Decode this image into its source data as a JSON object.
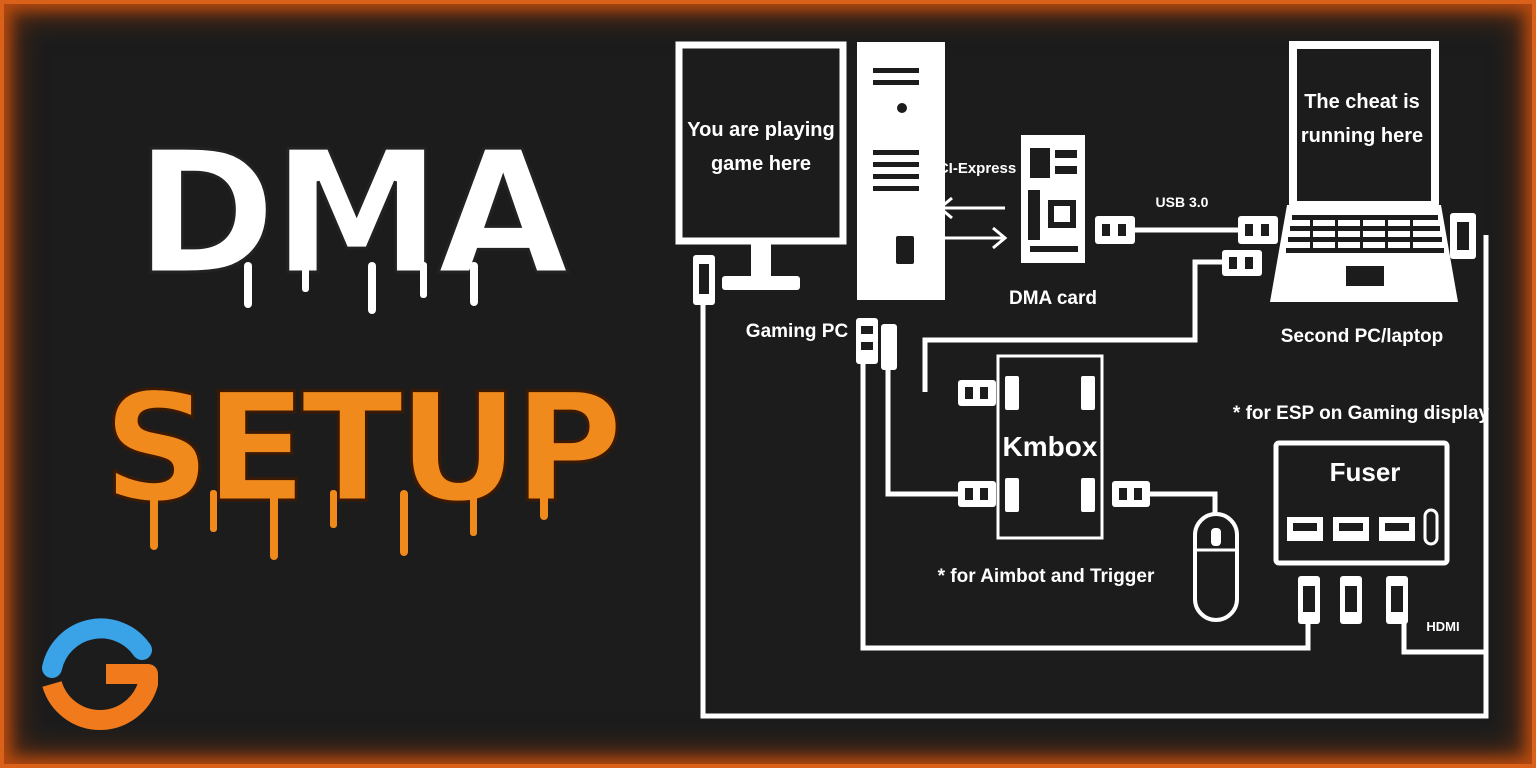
{
  "title": {
    "line1": "DMA",
    "line2": "SETUP",
    "line1_color": "#ffffff",
    "line2_color": "#f08a1c"
  },
  "logo": {
    "icon": "g-logo-icon",
    "color_top": "#3aa3e8",
    "color_bottom": "#f07a1c"
  },
  "frame_color": "#d9611a",
  "diagram": {
    "monitor_text_1": "You are playing",
    "monitor_text_2": "game here",
    "gaming_pc_label": "Gaming PC",
    "pci_label": "PCI-Express",
    "dma_card_label": "DMA card",
    "usb_label": "USB 3.0",
    "laptop_text_1": "The cheat is",
    "laptop_text_2": "running here",
    "laptop_label": "Second PC/laptop",
    "kmbox_label": "Kmbox",
    "kmbox_note": "* for Aimbot and Trigger",
    "fuser_note": "* for ESP on Gaming display",
    "fuser_label": "Fuser",
    "hdmi_label": "HDMI"
  }
}
